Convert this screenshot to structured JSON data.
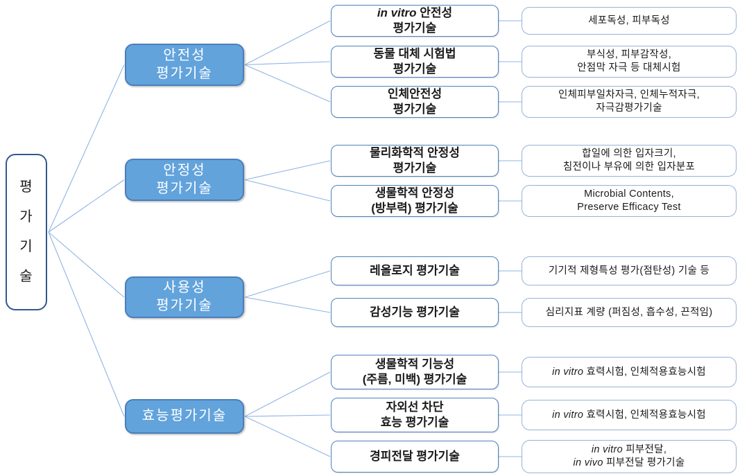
{
  "root": {
    "label": "평가기술"
  },
  "groups": [
    {
      "label_lines": [
        "안전성",
        "평가기술"
      ],
      "children": [
        {
          "title": [
            [
              {
                "text": "in vitro ",
                "italic": true
              },
              {
                "text": "안전성",
                "italic": false
              }
            ],
            [
              {
                "text": "평가기술",
                "italic": false
              }
            ]
          ],
          "desc": [
            [
              {
                "text": "세포독성, 피부독성",
                "italic": false
              }
            ]
          ]
        },
        {
          "title": [
            [
              {
                "text": "동물 대체 시험법",
                "italic": false
              }
            ],
            [
              {
                "text": "평가기술",
                "italic": false
              }
            ]
          ],
          "desc": [
            [
              {
                "text": "부식성, 피부감작성,",
                "italic": false
              }
            ],
            [
              {
                "text": "안점막 자극 등 대체시험",
                "italic": false
              }
            ]
          ]
        },
        {
          "title": [
            [
              {
                "text": "인체안전성",
                "italic": false
              }
            ],
            [
              {
                "text": "평가기술",
                "italic": false
              }
            ]
          ],
          "desc": [
            [
              {
                "text": "인체피부일차자극, 인체누적자극,",
                "italic": false
              }
            ],
            [
              {
                "text": "자극감평가기술",
                "italic": false
              }
            ]
          ]
        }
      ]
    },
    {
      "label_lines": [
        "안정성",
        "평가기술"
      ],
      "children": [
        {
          "title": [
            [
              {
                "text": "물리화학적 안정성",
                "italic": false
              }
            ],
            [
              {
                "text": "평가기술",
                "italic": false
              }
            ]
          ],
          "desc": [
            [
              {
                "text": "합일에 의한 입자크기,",
                "italic": false
              }
            ],
            [
              {
                "text": "침전이나 부유에 의한 입자분포",
                "italic": false
              }
            ]
          ]
        },
        {
          "title": [
            [
              {
                "text": "생물학적 안정성",
                "italic": false
              }
            ],
            [
              {
                "text": "(방부력) 평가기술",
                "italic": false
              }
            ]
          ],
          "desc": [
            [
              {
                "text": "Microbial Contents,",
                "italic": false
              }
            ],
            [
              {
                "text": "Preserve Efficacy Test",
                "italic": false
              }
            ]
          ]
        }
      ]
    },
    {
      "label_lines": [
        "사용성",
        "평가기술"
      ],
      "children": [
        {
          "title": [
            [
              {
                "text": "레올로지 평가기술",
                "italic": false
              }
            ]
          ],
          "desc": [
            [
              {
                "text": "기기적 제형특성 평가(점탄성) 기술 등",
                "italic": false
              }
            ]
          ]
        },
        {
          "title": [
            [
              {
                "text": "감성기능 평가기술",
                "italic": false
              }
            ]
          ],
          "desc": [
            [
              {
                "text": "심리지표 계량 (퍼짐성, 흡수성, 끈적임)",
                "italic": false
              }
            ]
          ]
        }
      ]
    },
    {
      "label_lines": [
        "효능평가기술"
      ],
      "children": [
        {
          "title": [
            [
              {
                "text": "생물학적 기능성",
                "italic": false
              }
            ],
            [
              {
                "text": "(주름, 미백) 평가기술",
                "italic": false
              }
            ]
          ],
          "desc": [
            [
              {
                "text": "in vitro ",
                "italic": true
              },
              {
                "text": "효력시험, 인체적용효능시험",
                "italic": false
              }
            ]
          ]
        },
        {
          "title": [
            [
              {
                "text": "자외선 차단",
                "italic": false
              }
            ],
            [
              {
                "text": "효능 평가기술",
                "italic": false
              }
            ]
          ],
          "desc": [
            [
              {
                "text": "in vitro ",
                "italic": true
              },
              {
                "text": "효력시험, 인체적용효능시험",
                "italic": false
              }
            ]
          ]
        },
        {
          "title": [
            [
              {
                "text": "경피전달 평가기술",
                "italic": false
              }
            ]
          ],
          "desc": [
            [
              {
                "text": "in vitro ",
                "italic": true
              },
              {
                "text": "피부전달,",
                "italic": false
              }
            ],
            [
              {
                "text": "in vivo ",
                "italic": true
              },
              {
                "text": "피부전달 평가기술",
                "italic": false
              }
            ]
          ]
        }
      ]
    }
  ],
  "colors": {
    "group_fill": "#62A3DC",
    "group_border": "#4A7EBA",
    "group_text": "#FFFFFF",
    "root_border": "#31588A",
    "tech_border": "#4E81BD",
    "desc_border": "#95B3D7",
    "connector": "#8FB4E3",
    "text": "#1A1A1A"
  }
}
